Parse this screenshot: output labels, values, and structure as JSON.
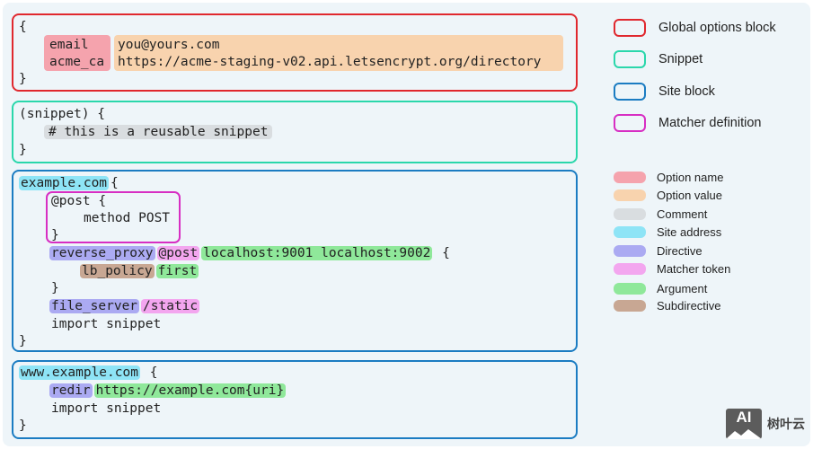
{
  "colors": {
    "global_block": "#e0282e",
    "snippet_block": "#2ad7ab",
    "site_block": "#1b7cc2",
    "matcher_block": "#d72ec3",
    "option_name": "#f5a3ad",
    "option_value": "#f8d3ae",
    "comment": "#d9dde0",
    "site_address": "#8ee4f6",
    "directive": "#abaaf2",
    "matcher_token": "#f3a6ef",
    "argument": "#8fe89a",
    "subdirective": "#c8a793"
  },
  "blocks": {
    "global": {
      "open": "{",
      "close": "}",
      "opt1_name": "email",
      "opt1_value": "you@yours.com",
      "opt2_name": "acme_ca",
      "opt2_value": "https://acme-staging-v02.api.letsencrypt.org/directory"
    },
    "snippet": {
      "open": "(snippet) {",
      "comment": "# this is a reusable snippet",
      "close": "}"
    },
    "site1": {
      "address": "example.com",
      "brace": "{",
      "matcher_open": "@post {",
      "matcher_body": "method POST",
      "matcher_close": "}",
      "proxy_directive": "reverse_proxy",
      "proxy_matcher": "@post",
      "proxy_args": "localhost:9001 localhost:9002",
      "proxy_brace": "{",
      "subdirective": "lb_policy",
      "subdirective_arg": "first",
      "proxy_close": "}",
      "fs_directive": "file_server",
      "fs_matcher": "/static",
      "import": "import snippet",
      "close": "}"
    },
    "site2": {
      "address": "www.example.com",
      "brace": "{",
      "redir_directive": "redir",
      "redir_arg": "https://example.com{uri}",
      "import": "import snippet",
      "close": "}"
    }
  },
  "legend": {
    "blocks": [
      "Global options block",
      "Snippet",
      "Site block",
      "Matcher definition"
    ],
    "tokens": [
      "Option name",
      "Option value",
      "Comment",
      "Site address",
      "Directive",
      "Matcher token",
      "Argument",
      "Subdirective"
    ]
  },
  "logo": {
    "mark": "AI",
    "text": "树叶云"
  }
}
